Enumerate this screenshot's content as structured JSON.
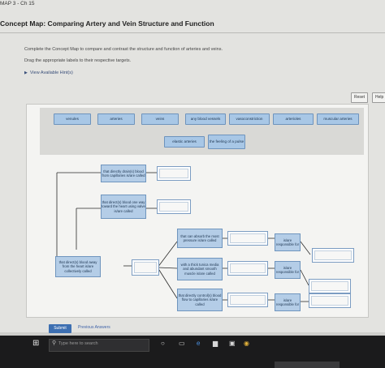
{
  "breadcrumb": "MAP 3 - Ch 15",
  "title": "Concept Map: Comparing Artery and Vein Structure and Function",
  "instructions": [
    "Complete the Concept Map to compare and contrast the structure and function of arteries and veins.",
    "Drag the appropriate labels to their respective targets."
  ],
  "hints_label": "View Available Hint(s)",
  "toolbar": {
    "reset": "Reset",
    "help": "Help"
  },
  "labels": [
    "venules",
    "arteries",
    "veins",
    "any blood vessels",
    "vasoconstriction",
    "arterioles",
    "muscular arteries",
    "elastic arteries",
    "the feeling of a pulse"
  ],
  "nodes": [
    "that directly drain(s) blood from capillaries is/are called",
    "that direct(s) blood one way toward the heart using valve is/are called",
    "that can absorb the most pressure is/are called",
    "is/are responsible for",
    "that direct(s) blood away from the heart is/are collectively called",
    "with a thick tunica media and abundant smooth muscle is/are called",
    "is/are responsible for",
    "that directly control(s) blood flow to capillaries is/are called",
    "is/are responsible for"
  ],
  "buttons": {
    "submit": "Submit",
    "previous": "Previous Answers"
  },
  "taskbar": {
    "search_placeholder": "Type here to search"
  }
}
